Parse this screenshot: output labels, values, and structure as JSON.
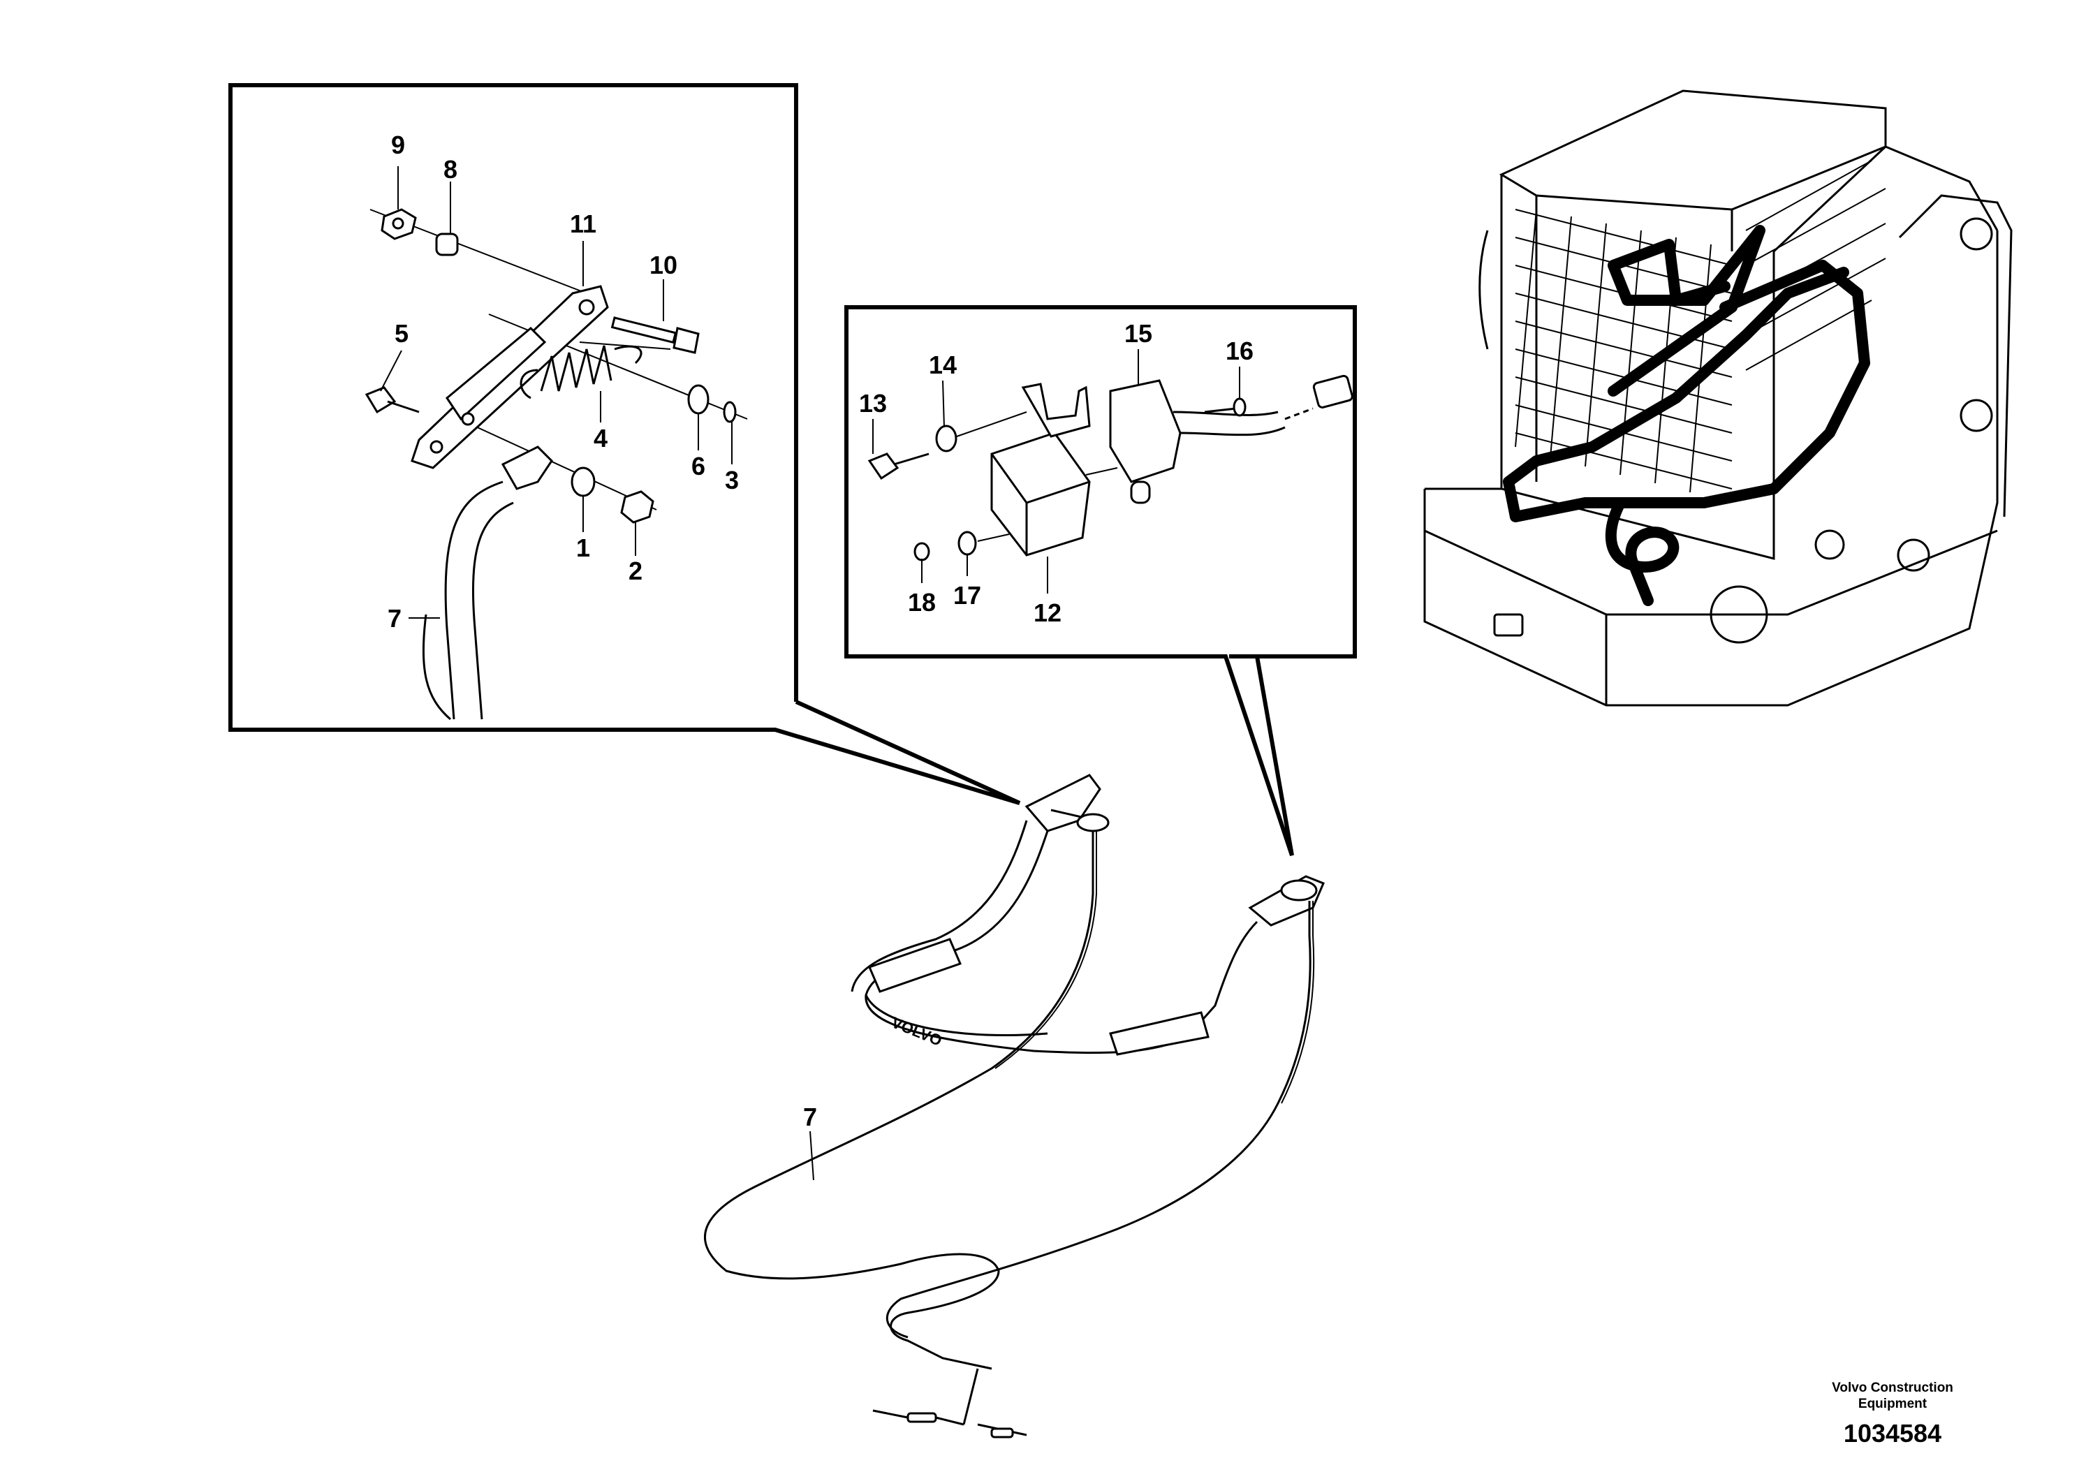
{
  "callout_a": {
    "labels": [
      {
        "id": "9",
        "text": "9"
      },
      {
        "id": "8",
        "text": "8"
      },
      {
        "id": "11",
        "text": "11"
      },
      {
        "id": "10",
        "text": "10"
      },
      {
        "id": "5",
        "text": "5"
      },
      {
        "id": "4",
        "text": "4"
      },
      {
        "id": "6",
        "text": "6"
      },
      {
        "id": "3",
        "text": "3"
      },
      {
        "id": "1",
        "text": "1"
      },
      {
        "id": "2",
        "text": "2"
      },
      {
        "id": "7",
        "text": "7"
      }
    ]
  },
  "callout_b": {
    "labels": [
      {
        "id": "15",
        "text": "15"
      },
      {
        "id": "16",
        "text": "16"
      },
      {
        "id": "14",
        "text": "14"
      },
      {
        "id": "13",
        "text": "13"
      },
      {
        "id": "18",
        "text": "18"
      },
      {
        "id": "17",
        "text": "17"
      },
      {
        "id": "12",
        "text": "12"
      }
    ]
  },
  "main_view": {
    "labels": [
      {
        "id": "7",
        "text": "7"
      }
    ],
    "handle_brand": "VOLVO"
  },
  "footer": {
    "manufacturer_line1": "Volvo Construction",
    "manufacturer_line2": "Equipment",
    "figure_number": "1034584"
  }
}
